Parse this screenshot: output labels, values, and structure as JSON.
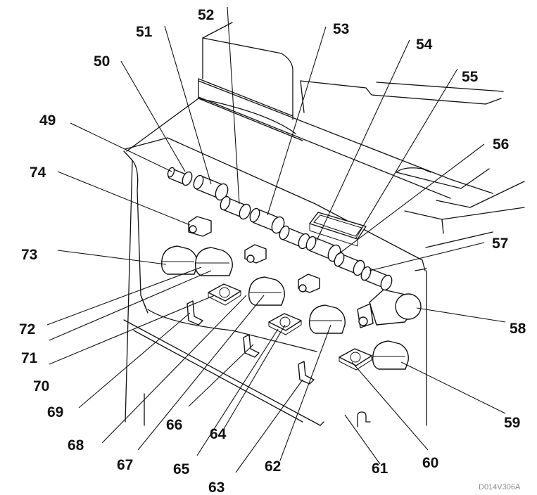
{
  "diagram": {
    "drawing_code": "D014V306A",
    "callouts": [
      "49",
      "50",
      "51",
      "52",
      "53",
      "54",
      "55",
      "56",
      "57",
      "58",
      "59",
      "60",
      "61",
      "62",
      "63",
      "64",
      "65",
      "66",
      "67",
      "68",
      "69",
      "70",
      "71",
      "72",
      "73",
      "74"
    ],
    "colors": {
      "ink": "#111111",
      "background": "#ffffff",
      "code_text": "#8a8a8a"
    }
  }
}
